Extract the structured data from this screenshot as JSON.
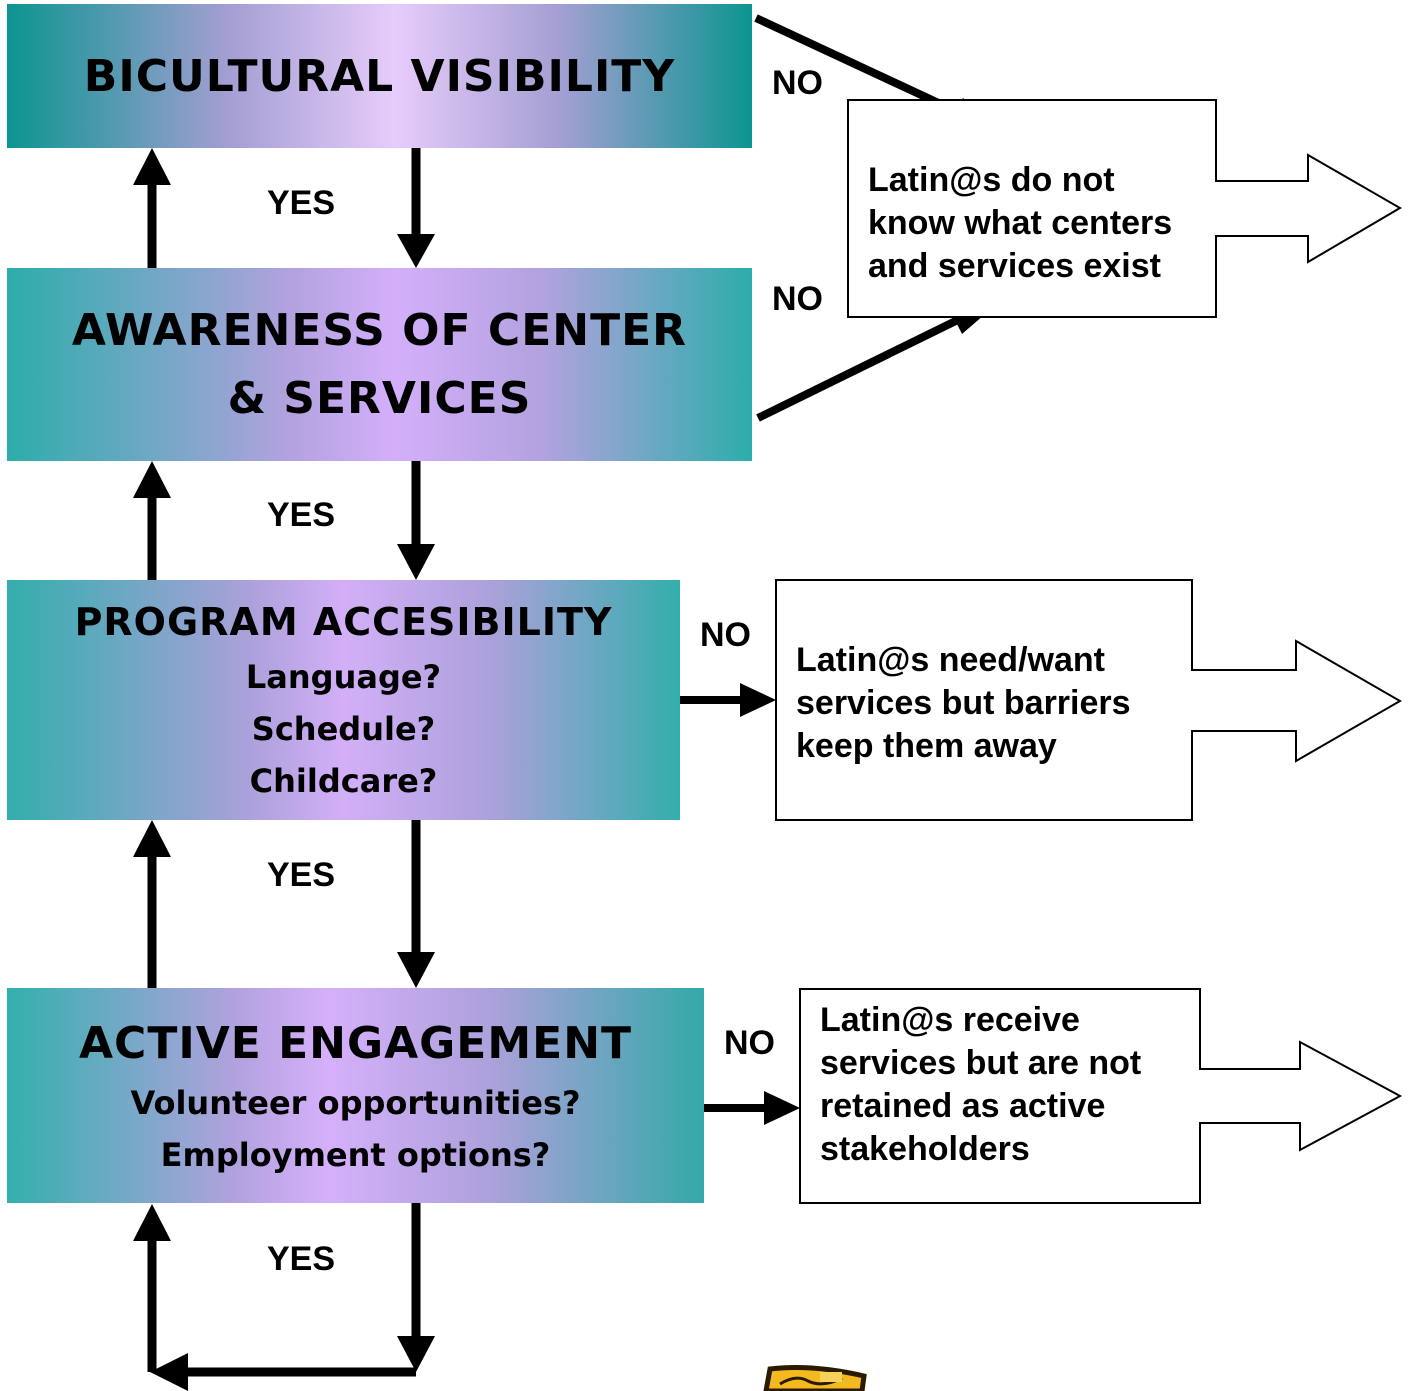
{
  "stages": [
    {
      "title": "BICULTURAL VISIBILITY",
      "lines": []
    },
    {
      "title_line1": "AWARENESS OF CENTER",
      "title_line2": "& SERVICES"
    },
    {
      "title": "PROGRAM ACCESIBILITY",
      "lines": [
        "Language?",
        "Schedule?",
        "Childcare?"
      ]
    },
    {
      "title": "ACTIVE ENGAGEMENT",
      "lines": [
        "Volunteer opportunities?",
        "Employment options?"
      ]
    }
  ],
  "edge_labels": {
    "yes": "YES",
    "no": "NO"
  },
  "outcomes": [
    {
      "lines": [
        "Latin@s do not",
        "know what centers",
        "and services exist"
      ]
    },
    {
      "lines": [
        "Latin@s need/want",
        "services but barriers",
        "keep them away"
      ]
    },
    {
      "lines": [
        "Latin@s receive",
        "services but are not",
        "retained as active",
        "stakeholders"
      ]
    }
  ],
  "colors": {
    "teal": "#0b9590",
    "lavender": "#d4affb",
    "arrow": "#000000"
  },
  "icons": [
    "clip-art-icon"
  ]
}
